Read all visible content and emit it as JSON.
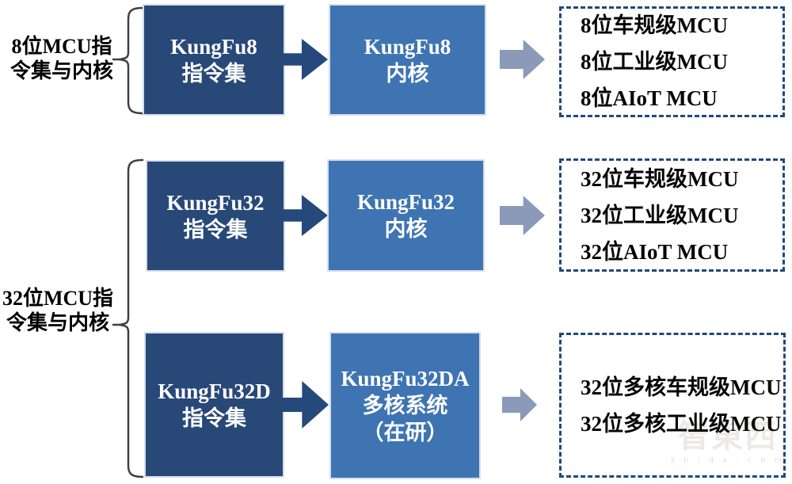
{
  "colors": {
    "box_dark": "#284878",
    "box_medium": "#3E74B2",
    "arrow_dark": "#26497B",
    "arrow_gray": "#8A9AB8",
    "dashed_border": "#20497B",
    "bracket": "#404040",
    "text_dark": "#000000",
    "text_light": "#FFFFFF"
  },
  "groups": [
    {
      "label_line1": "8位MCU指",
      "label_line2": "令集与内核"
    },
    {
      "label_line1": "32位MCU指",
      "label_line2": "令集与内核"
    }
  ],
  "rows": [
    {
      "instruction_line1": "KungFu8",
      "instruction_line2": "指令集",
      "core_line1": "KungFu8",
      "core_line2": "内核",
      "outputs": [
        "8位车规级MCU",
        "8位工业级MCU",
        "8位AIoT MCU"
      ]
    },
    {
      "instruction_line1": "KungFu32",
      "instruction_line2": "指令集",
      "core_line1": "KungFu32",
      "core_line2": "内核",
      "outputs": [
        "32位车规级MCU",
        "32位工业级MCU",
        "32位AIoT MCU"
      ]
    },
    {
      "instruction_line1": "KungFu32D",
      "instruction_line2": "指令集",
      "core_line1": "KungFu32DA",
      "core_line2": "多核系统",
      "core_line3": "（在研）",
      "outputs": [
        "32位多核车规级MCU",
        "32位多核工业级MCU"
      ]
    }
  ],
  "watermark": {
    "logo": "智東西",
    "url": "z h i d x . c o m"
  }
}
